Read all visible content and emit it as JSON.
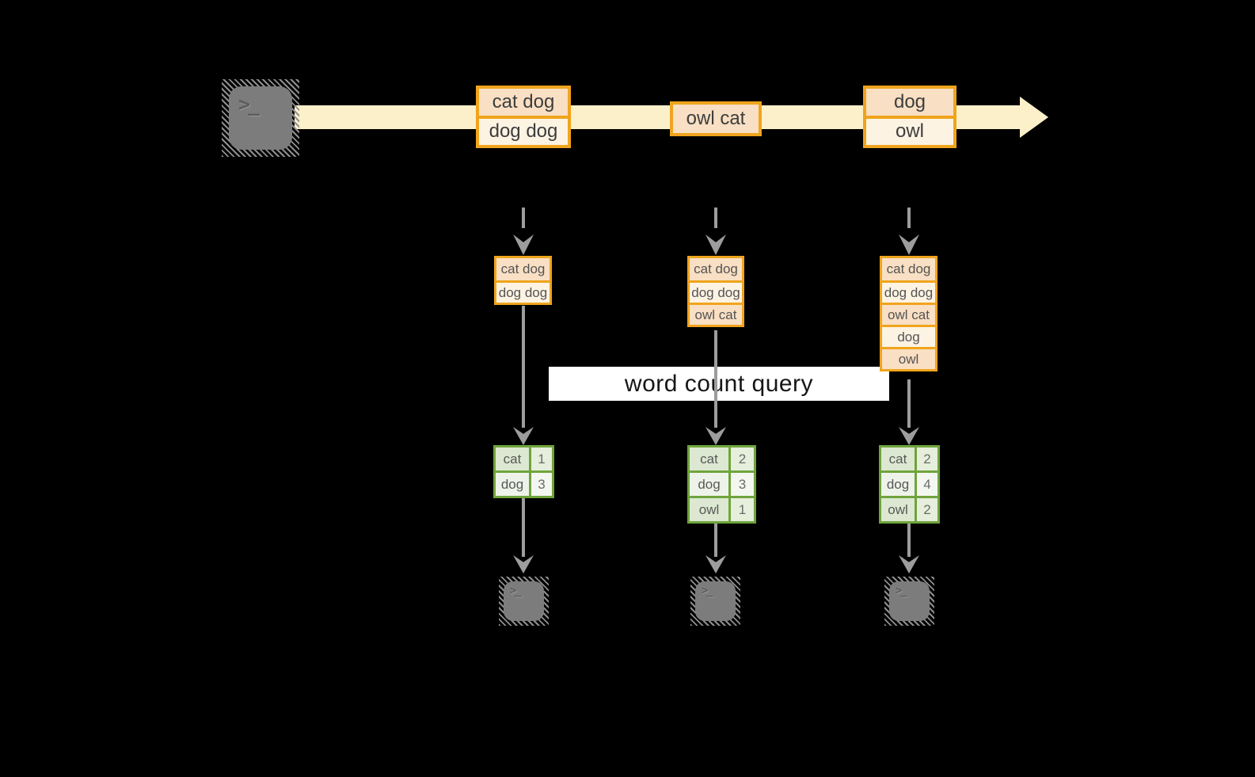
{
  "label": {
    "text": "word count query"
  },
  "icons": {
    "prompt": ">_"
  },
  "timeline": {
    "batches": [
      {
        "rows": [
          "cat dog",
          "dog dog"
        ]
      },
      {
        "rows": [
          "owl cat"
        ]
      },
      {
        "rows": [
          "dog",
          "owl"
        ]
      }
    ]
  },
  "columns": [
    {
      "stack": [
        "cat dog",
        "dog dog"
      ],
      "table": [
        {
          "word": "cat",
          "count": "1"
        },
        {
          "word": "dog",
          "count": "3"
        }
      ]
    },
    {
      "stack": [
        "cat dog",
        "dog dog",
        "owl cat"
      ],
      "table": [
        {
          "word": "cat",
          "count": "2"
        },
        {
          "word": "dog",
          "count": "3"
        },
        {
          "word": "owl",
          "count": "1"
        }
      ]
    },
    {
      "stack": [
        "cat dog",
        "dog dog",
        "owl cat",
        "dog",
        "owl"
      ],
      "table": [
        {
          "word": "cat",
          "count": "2"
        },
        {
          "word": "dog",
          "count": "4"
        },
        {
          "word": "owl",
          "count": "2"
        }
      ]
    }
  ],
  "colors": {
    "stream_band": "#fbf0ca",
    "box_border_orange": "#f0a41c",
    "row_peach": "#f9dfc3",
    "row_cream": "#fdf3e3",
    "table_border_green": "#6fa43c",
    "cell_green_dark": "#dce8d1",
    "cell_green_light": "#eef3e9",
    "arrow_grey": "#9d9d9d",
    "terminal_grey": "#7c7c7c",
    "label_bg": "#ffffff"
  }
}
